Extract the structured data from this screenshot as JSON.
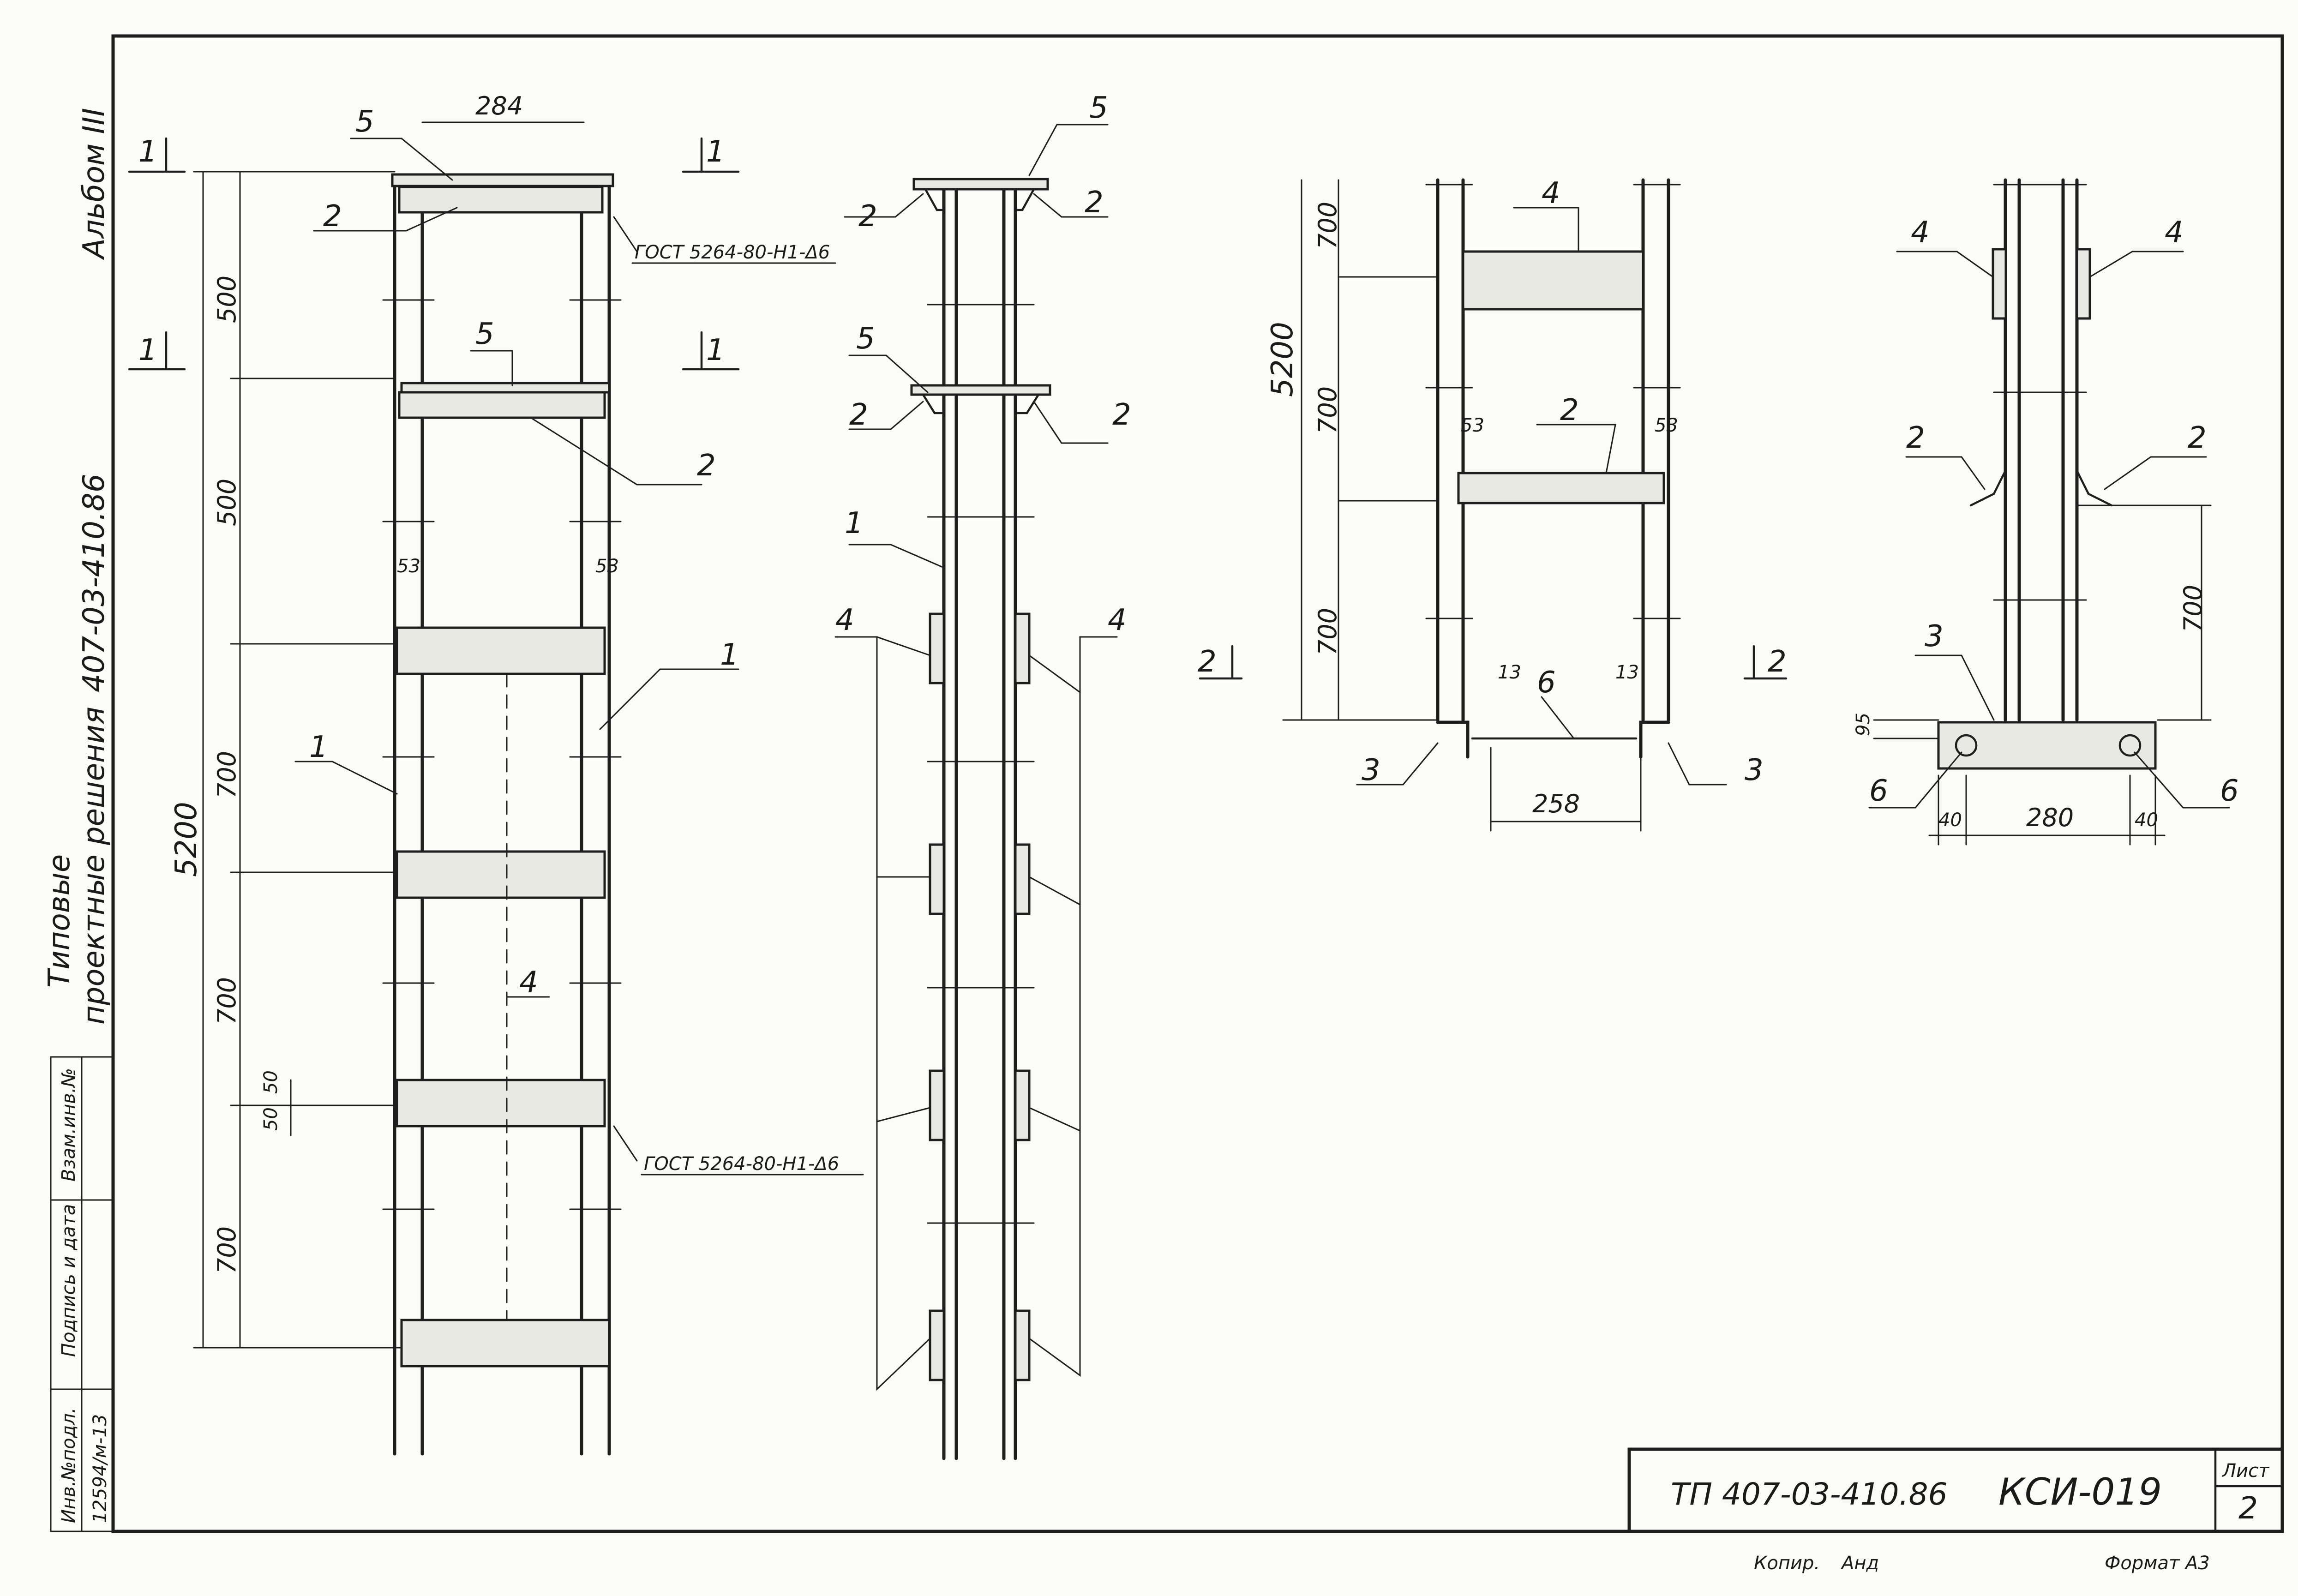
{
  "side_stamp": {
    "album": "Альбом III",
    "code": "407-03-410.86",
    "title_line1": "Типовые",
    "title_line2": "проектные решения"
  },
  "left_stamp": {
    "inv_podl": "Инв.№подл.",
    "podp_data": "Подпись и дата",
    "vzam_inv": "Взам.инв.№",
    "inv_number": "12594/м-13"
  },
  "title_block": {
    "code": "ТП 407-03-410.86",
    "mark": "КСИ-019",
    "sheet_label": "Лист",
    "sheet_number": "2"
  },
  "footer": {
    "copied": "Копир.",
    "signature": "Анд",
    "format": "Формат А3"
  },
  "notes": {
    "gost_weld": "ГОСТ 5264-80-Н1-Δ6"
  },
  "section_marks": {
    "s1": "1",
    "s2": "2"
  },
  "positions": [
    "1",
    "2",
    "3",
    "4",
    "5",
    "6"
  ],
  "dims": {
    "d284": "284",
    "d500": "500",
    "d700": "700",
    "d5200": "5200",
    "d53": "53",
    "d50": "50",
    "d13": "13",
    "d258": "258",
    "d40": "40",
    "d280": "280",
    "d95": "95"
  }
}
